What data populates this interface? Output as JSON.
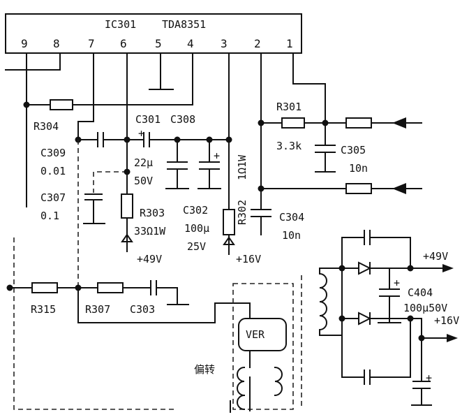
{
  "ic": {
    "ref": "IC301",
    "part": "TDA8351",
    "pins": [
      "9",
      "8",
      "7",
      "6",
      "5",
      "4",
      "3",
      "2",
      "1"
    ]
  },
  "labels": {
    "r304": "R304",
    "c309": "C309",
    "c309_val": "0.01",
    "c307": "C307",
    "c307_val": "0.1",
    "c301": "C301",
    "c308": "C308",
    "c301_val1": "22μ",
    "c301_val2": "50V",
    "r303": "R303",
    "r303_val": "33Ω1W",
    "c302": "C302",
    "c302_val1": "100μ",
    "c302_val2": "25V",
    "r302": "R302",
    "r302_val": "1Ω1W",
    "r301": "R301",
    "r301_val": "3.3k",
    "c305": "C305",
    "c305_val": "10n",
    "c304": "C304",
    "c304_val": "10n",
    "v49_left": "+49V",
    "v16_left": "+16V",
    "r315": "R315",
    "r307": "R307",
    "c303": "C303",
    "ver": "VER",
    "yoke": "偏转",
    "v49_right": "+49V",
    "c404": "C404",
    "c404_val": "100μ50V",
    "v16_right": "+16V"
  }
}
